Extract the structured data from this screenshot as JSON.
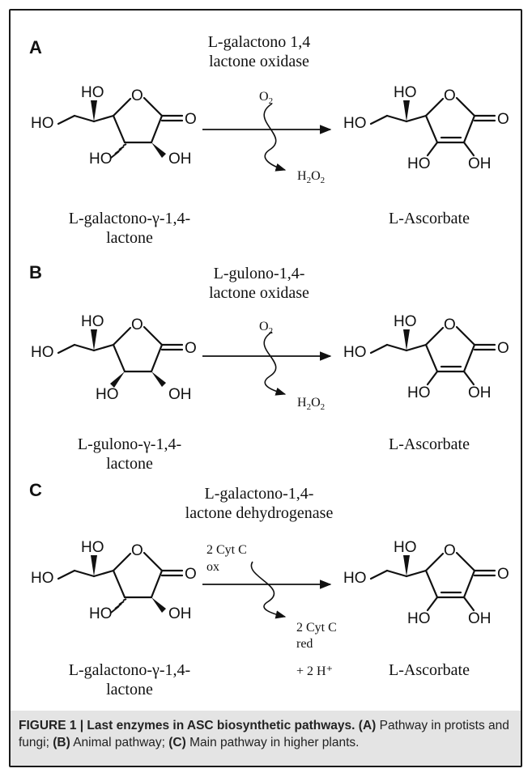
{
  "panels": [
    {
      "letter": "A",
      "enzyme_line1": "L-galactono 1,4",
      "enzyme_line2": "lactone oxidase",
      "reactant_in": "O",
      "reactant_in_sub": "2",
      "product_out": "H",
      "product_out_sub1": "2",
      "product_out_mid": "O",
      "product_out_sub2": "2",
      "substrate_line1": "L-galactono-γ-1,4-",
      "substrate_line2": "lactone",
      "product_name": "L-Ascorbate"
    },
    {
      "letter": "B",
      "enzyme_line1": "L-gulono-1,4-",
      "enzyme_line2": "lactone oxidase",
      "reactant_in": "O",
      "reactant_in_sub": "2",
      "product_out": "H",
      "product_out_sub1": "2",
      "product_out_mid": "O",
      "product_out_sub2": "2",
      "substrate_line1": "L-gulono-γ-1,4-",
      "substrate_line2": "lactone",
      "product_name": "L-Ascorbate"
    },
    {
      "letter": "C",
      "enzyme_line1": "L-galactono-1,4-",
      "enzyme_line2": "lactone dehydrogenase",
      "reactant_line1": "2 Cyt C",
      "reactant_line2": "ox",
      "product_line1": "2 Cyt C",
      "product_line2": "red",
      "proton": "+ 2 H⁺",
      "substrate_line1": "L-galactono-γ-1,4-",
      "substrate_line2": "lactone",
      "product_name": "L-Ascorbate"
    }
  ],
  "atoms": {
    "ho": "HO",
    "oh": "OH",
    "o": "O"
  },
  "caption": {
    "label": "FIGURE 1 | Last enzymes in ASC biosynthetic pathways.",
    "a_tag": "(A)",
    "a_text": " Pathway in protists and fungi; ",
    "b_tag": "(B)",
    "b_text": " Animal pathway; ",
    "c_tag": "(C)",
    "c_text": " Main pathway in higher plants."
  }
}
